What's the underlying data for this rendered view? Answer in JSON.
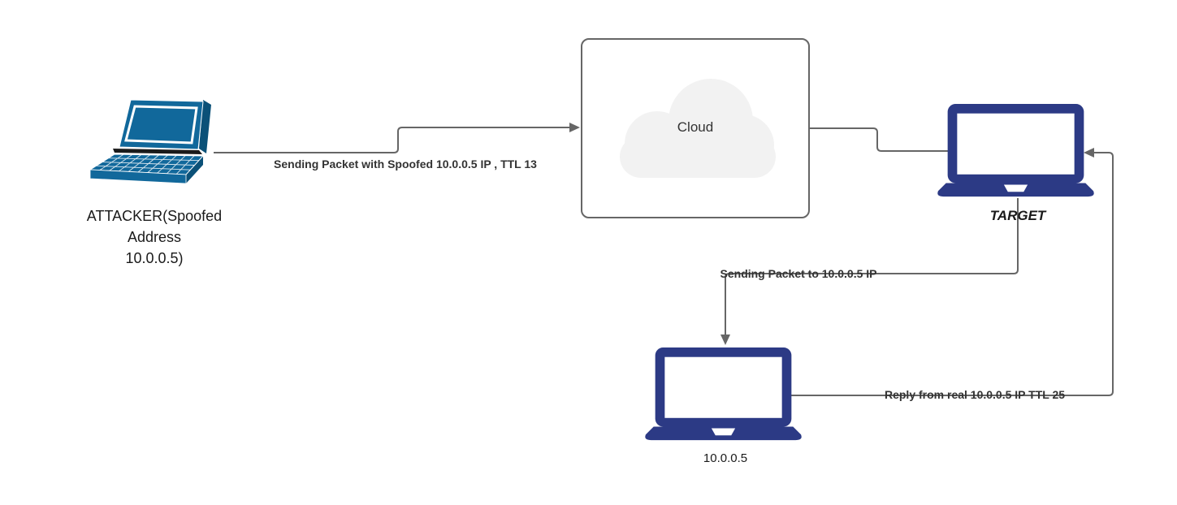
{
  "diagram": {
    "title": "IP spoofing attack network diagram",
    "nodes": {
      "attacker": {
        "icon": "laptop-3d-icon",
        "label_line1": "ATTACKER(Spoofed",
        "label_line2": "Address",
        "label_line3": "10.0.0.5)"
      },
      "cloud": {
        "icon": "cloud-icon",
        "label": "Cloud"
      },
      "target": {
        "icon": "laptop-icon",
        "label": "TARGET"
      },
      "real_host": {
        "icon": "laptop-icon",
        "label": "10.0.0.5"
      }
    },
    "edges": {
      "attacker_to_cloud": {
        "label": "Sending Packet with Spoofed 10.0.0.5 IP , TTL 13"
      },
      "cloud_to_target": {
        "label": ""
      },
      "target_to_real": {
        "label": "Sending Packet to 10.0.0.5 IP"
      },
      "real_to_target": {
        "label": "Reply from real 10.0.0.5 IP TTL 25"
      }
    },
    "colors": {
      "connector": "#666666",
      "box_border": "#666666",
      "attacker_laptop": "#11689b",
      "attacker_laptop_dark": "#0b5178",
      "laptop_hinge": "#1b1b1b",
      "navy_laptop": "#2c3a85",
      "cloud_fill": "#f2f2f2",
      "label_text": "#333333"
    }
  }
}
